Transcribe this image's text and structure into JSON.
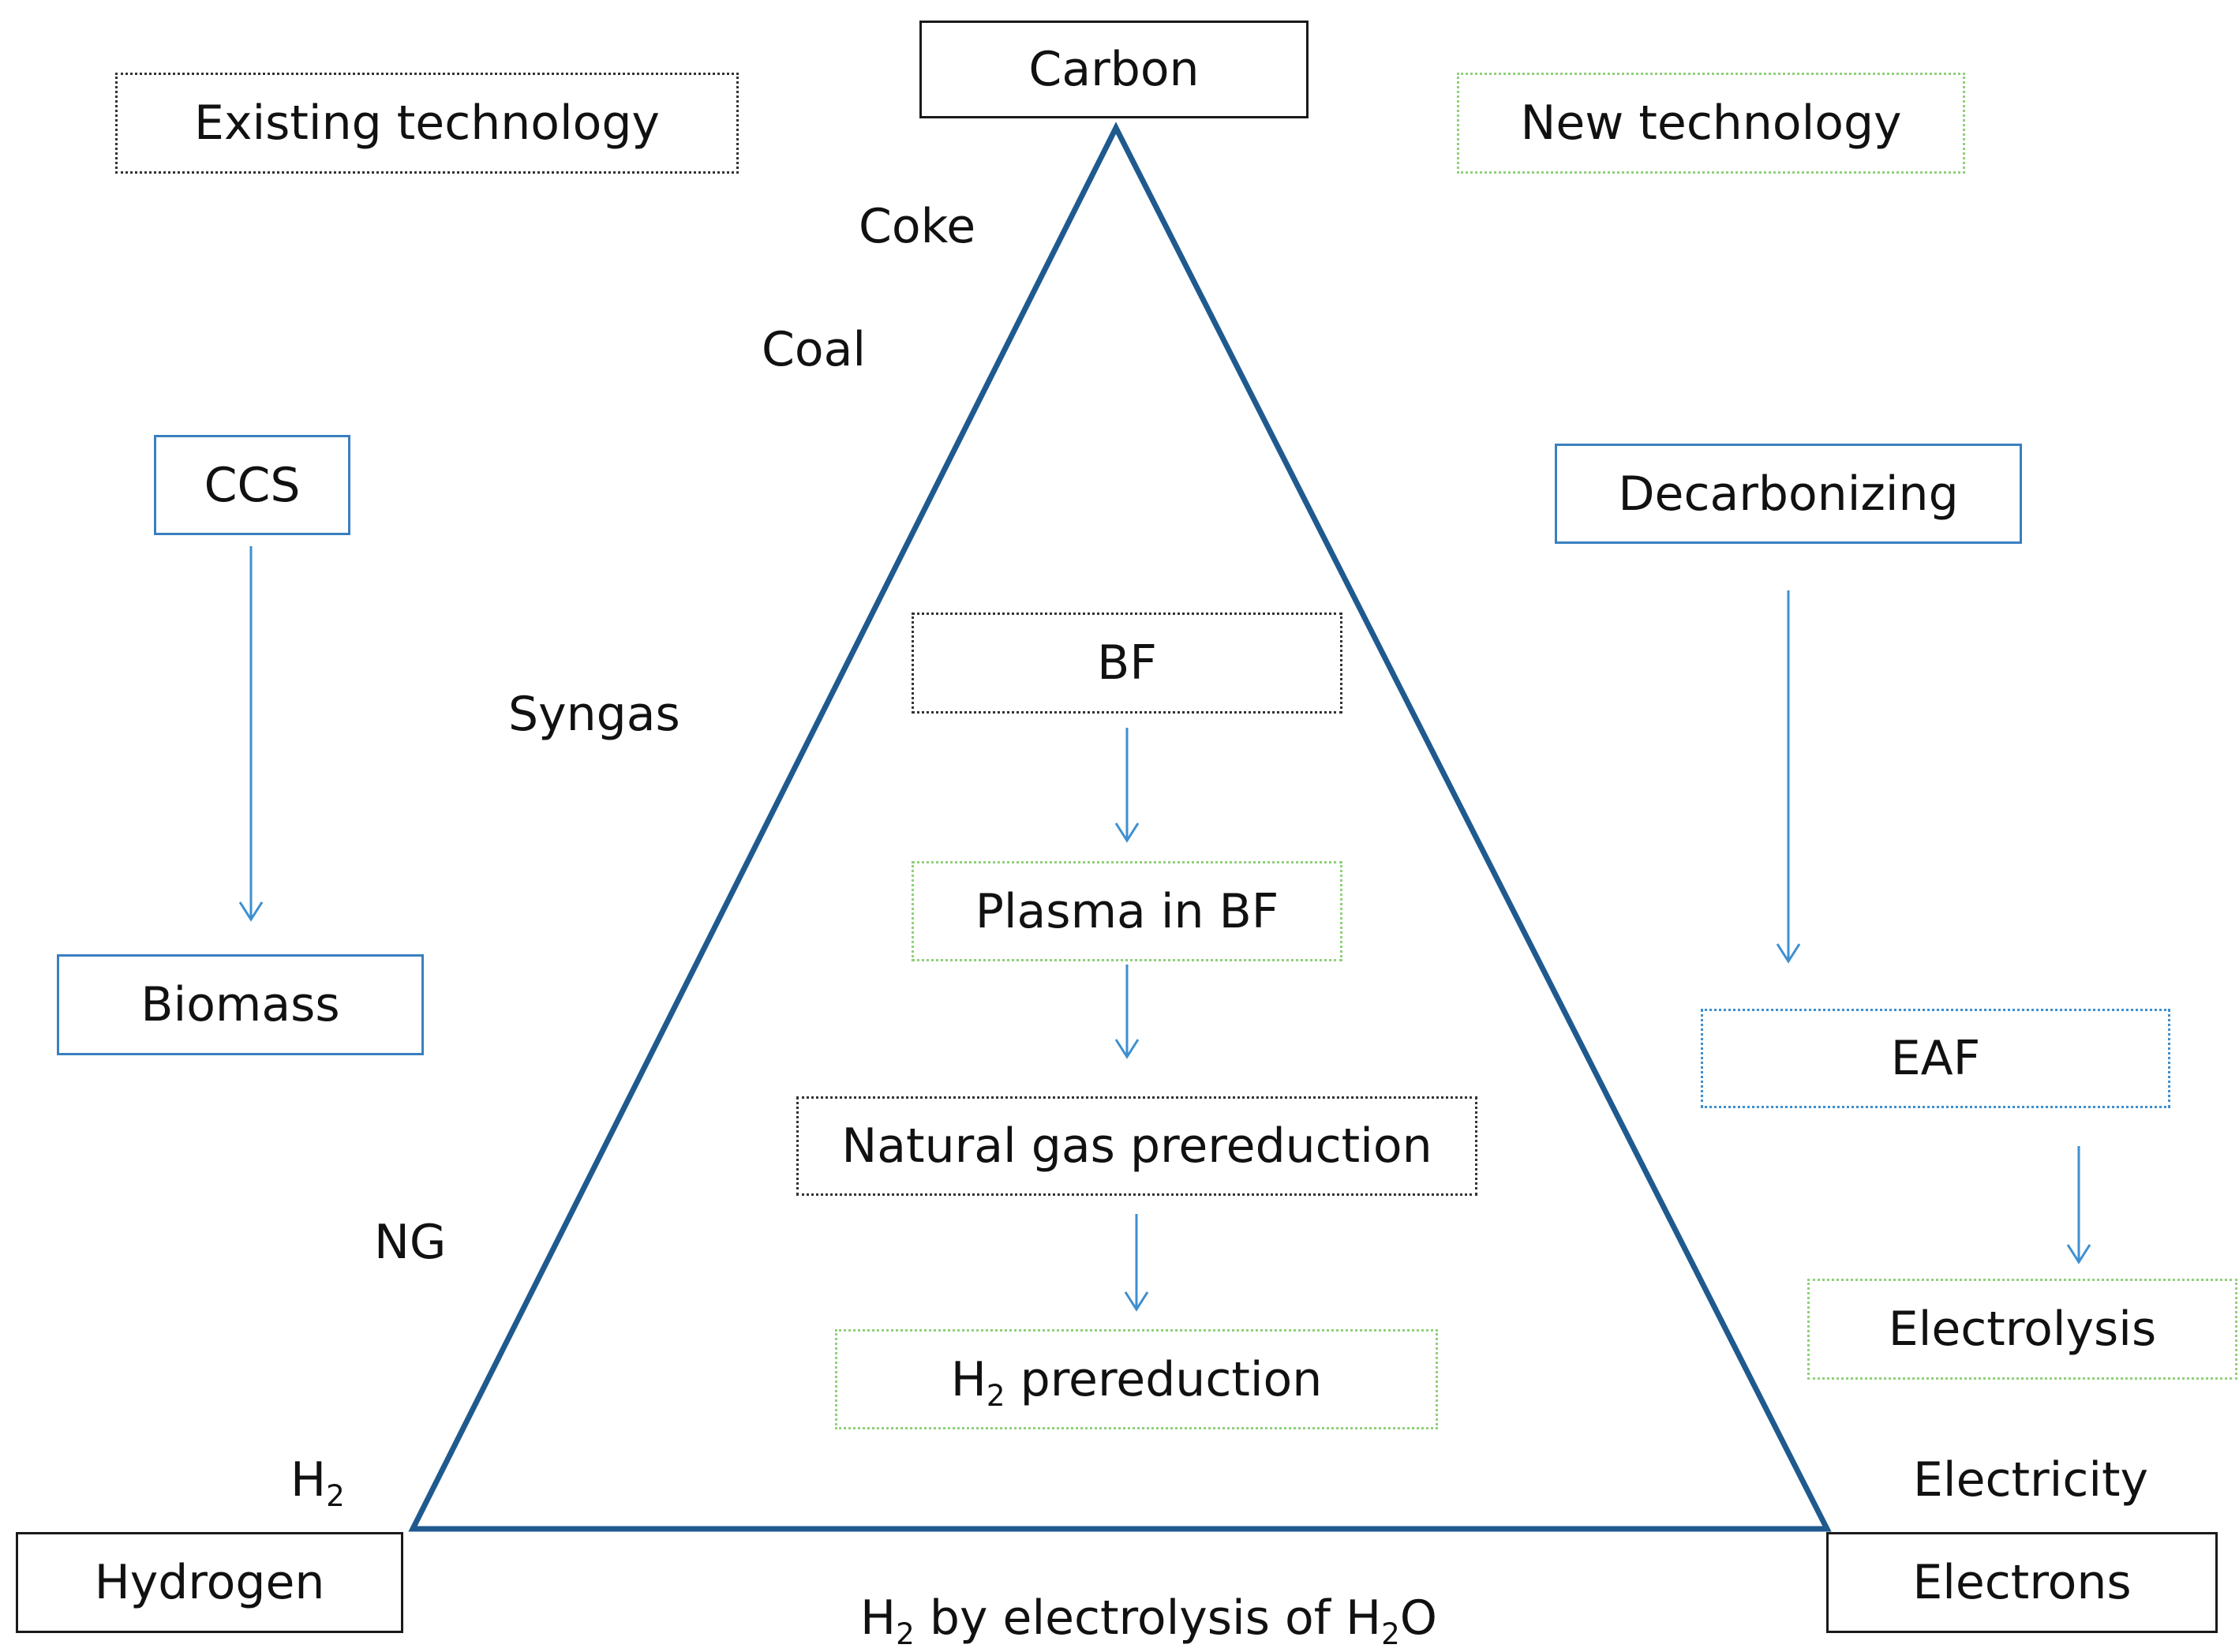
{
  "corners": {
    "carbon": "Carbon",
    "hydrogen": "Hydrogen",
    "electrons": "Electrons"
  },
  "legend": {
    "existing": "Existing technology",
    "new": "New technology"
  },
  "left_side_labels": {
    "coke": "Coke",
    "coal": "Coal",
    "syngas": "Syngas",
    "ng": "NG",
    "h2_main": "H",
    "h2_sub": "2"
  },
  "right_side_labels": {
    "electricity": "Electricity"
  },
  "bottom_label": {
    "part1_main": "H",
    "part1_sub": "2",
    "part2": " by electrolysis of H",
    "part2_sub": "2",
    "part3": "O"
  },
  "left_chain": {
    "ccs": "CCS",
    "biomass": "Biomass"
  },
  "right_chain": {
    "decarbonizing": "Decarbonizing",
    "eaf": "EAF",
    "electrolysis": "Electrolysis"
  },
  "center_chain": {
    "bf": "BF",
    "plasma": "Plasma in BF",
    "natural_gas": "Natural gas prereduction",
    "h2_main": "H",
    "h2_sub": "2",
    "h2_rest": " prereduction"
  },
  "colors": {
    "triangle": "#1f5a8f",
    "arrow": "#3d8fd0",
    "existing_border": "#333333",
    "new_border": "#8fd07a",
    "decarb_border": "#3a7fc0"
  }
}
